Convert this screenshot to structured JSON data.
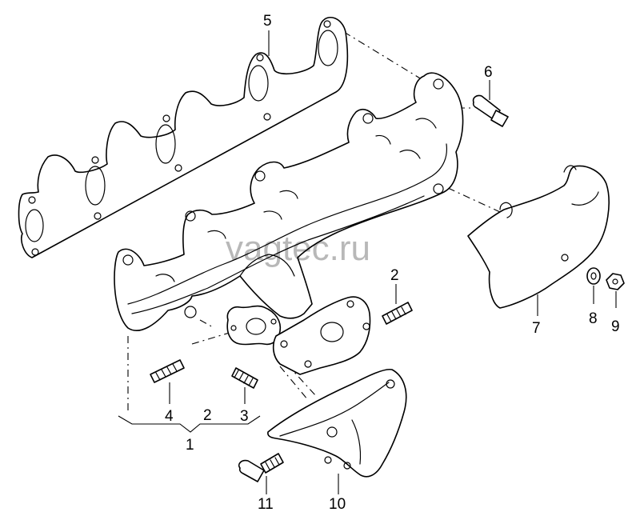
{
  "watermark": "vagtec.ru",
  "callouts": {
    "c1": "1",
    "c2a": "2",
    "c2b": "2",
    "c3": "3",
    "c4": "4",
    "c5": "5",
    "c6": "6",
    "c7": "7",
    "c8": "8",
    "c9": "9",
    "c10": "10",
    "c11": "11"
  }
}
